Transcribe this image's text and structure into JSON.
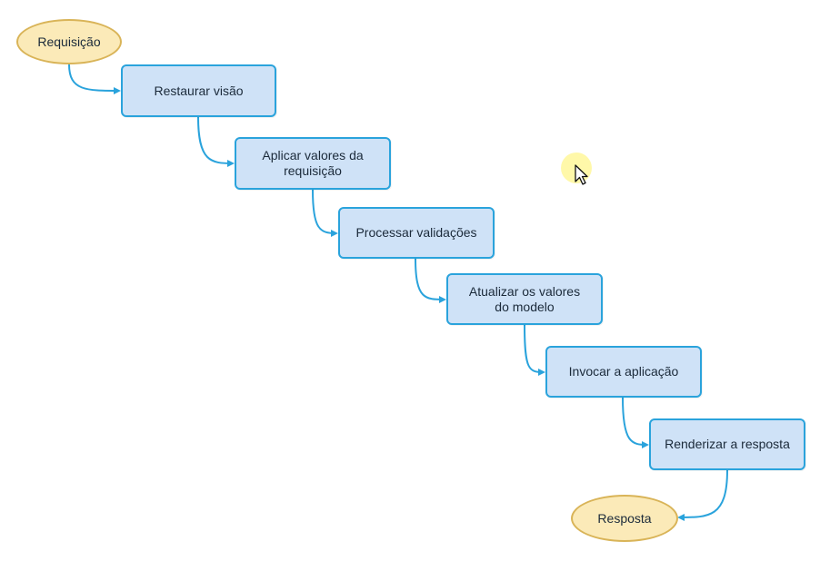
{
  "diagram": {
    "start": "Requisição",
    "steps": [
      "Restaurar visão",
      "Aplicar valores da\nrequisição",
      "Processar validações",
      "Atualizar os valores\ndo modelo",
      "Invocar a aplicação",
      "Renderizar a resposta"
    ],
    "end": "Resposta"
  },
  "colors": {
    "step_fill": "#cfe2f7",
    "step_border": "#2aa3dc",
    "terminal_fill": "#fbeab8",
    "terminal_border": "#d9b458",
    "connector": "#2aa3dc"
  },
  "icons": {
    "pointer": "mouse-cursor-icon"
  }
}
